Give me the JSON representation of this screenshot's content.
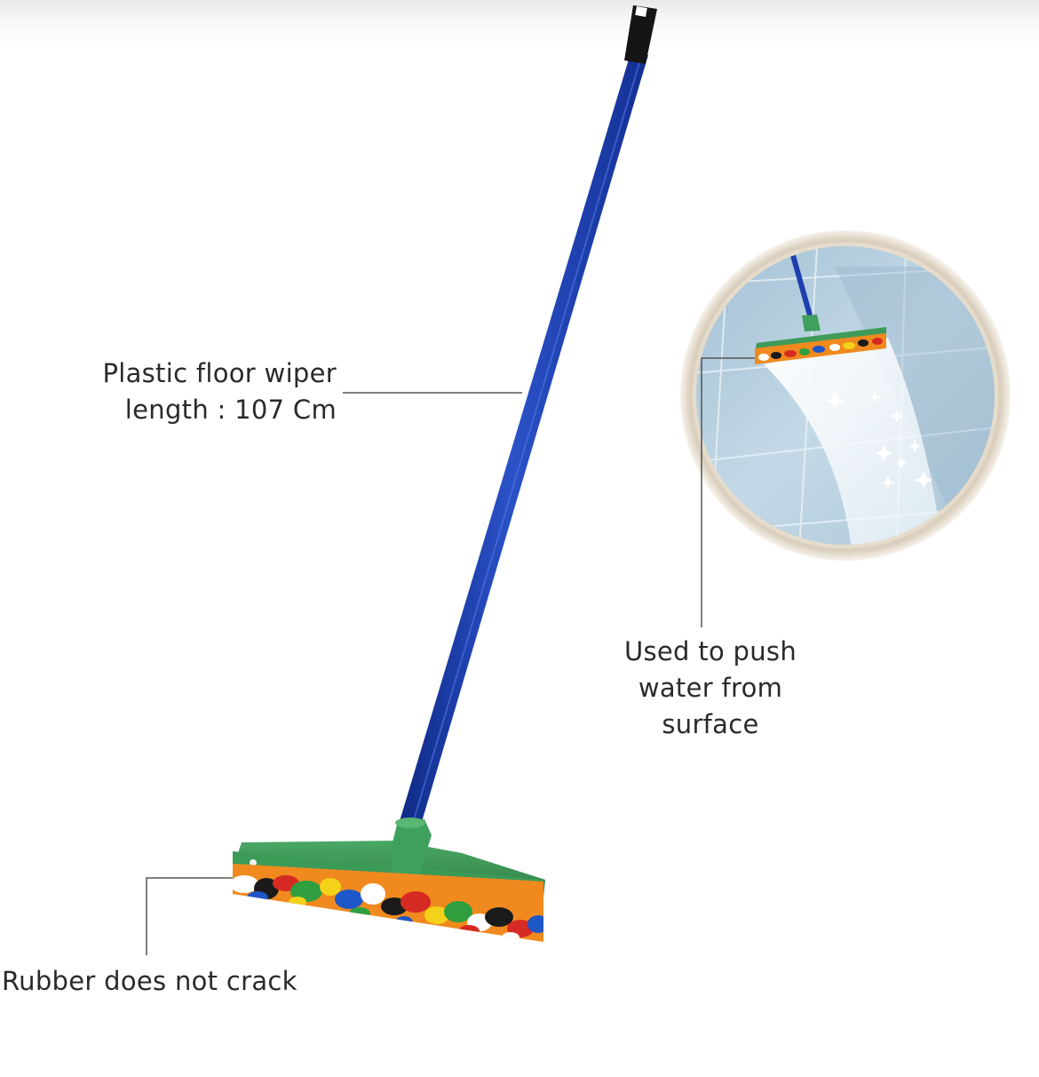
{
  "callouts": {
    "length_line1": "Plastic floor wiper",
    "length_line2": "length : 107 Cm",
    "push_line1": "Used to push",
    "push_line2": "water from surface",
    "rubber": "Rubber does not crack"
  },
  "colors": {
    "handle": "#1d3fae",
    "grip": "#141414",
    "head": "#3f9b5a",
    "leader_line": "#555555",
    "inset_ring": "#e9e0d2",
    "inset_tiles": "#b9d2e2"
  },
  "icons": [
    "sparkle-icon"
  ]
}
